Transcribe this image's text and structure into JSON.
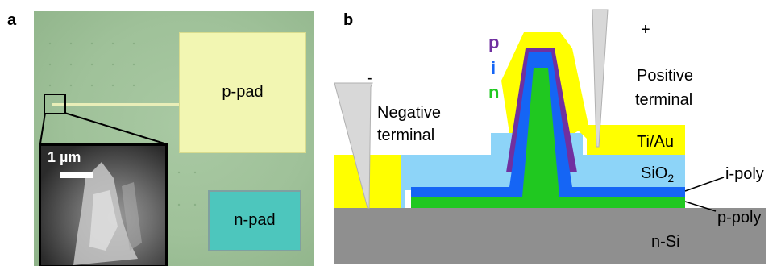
{
  "panel_a": {
    "label": "a",
    "p_pad_label": "p-pad",
    "n_pad_label": "n-pad",
    "scale_bar_label": "1 µm"
  },
  "panel_b": {
    "label": "b",
    "letters": {
      "p": "p",
      "i": "i",
      "n": "n"
    },
    "minus": "-",
    "plus": "+",
    "negative_terminal": [
      "Negative",
      "terminal"
    ],
    "positive_terminal": [
      "Positive",
      "terminal"
    ],
    "ti_au": "Ti/Au",
    "sio2_main": "SiO",
    "sio2_sub": "2",
    "i_poly": "i-poly",
    "p_poly": "p-poly",
    "n_si": "n-Si"
  },
  "colors": {
    "gold": "#ffff00",
    "oxide": "#8dd4f8",
    "i_layer": "#1565f5",
    "p_layer": "#20c820",
    "substrate": "#8f8f8f",
    "p_shell": "#7030a0",
    "p_letter": "#7030a0",
    "i_letter": "#1565f5",
    "n_letter": "#20c820"
  }
}
